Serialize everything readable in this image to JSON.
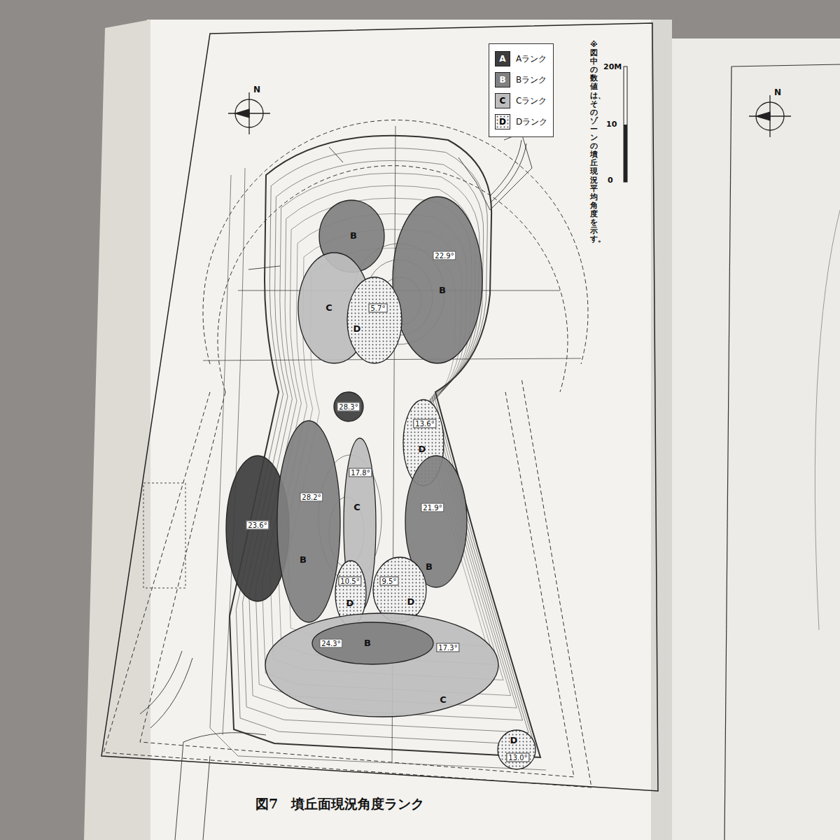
{
  "diagram": {
    "caption": "図7　墳丘面現況角度ランク",
    "nodes": [
      {
        "text": [
          "B"
        ]
      },
      {
        "text": [
          "B",
          "22.9°"
        ]
      },
      {
        "text": [
          "C"
        ]
      },
      {
        "text": [
          "D",
          "5.7°"
        ]
      },
      {
        "text": [
          "28.3°"
        ]
      },
      {
        "text": [
          "D",
          "13.6°"
        ]
      },
      {
        "text": [
          "23.6°"
        ]
      },
      {
        "text": [
          "28.2°",
          "B"
        ]
      },
      {
        "text": [
          "C",
          "17.8°"
        ]
      },
      {
        "text": [
          "21.9°",
          "B"
        ]
      },
      {
        "text": [
          "10.5°",
          "D"
        ]
      },
      {
        "text": [
          "9.5°",
          "D"
        ]
      },
      {
        "text": [
          "17.3°",
          "C"
        ]
      },
      {
        "text": [
          "24.3°",
          "B"
        ]
      },
      {
        "text": [
          "D",
          "13.0°"
        ]
      }
    ],
    "labels": [
      "A",
      "B",
      "C",
      "D",
      "※図中の数値は、そのゾーンの墳丘現況平均角度を示す。",
      "0",
      "10",
      "20M",
      "N",
      "N"
    ],
    "legend": [
      {
        "text": "Aランク",
        "color": "#3d3d3d"
      },
      {
        "text": "Bランク",
        "color": "#808080"
      },
      {
        "text": "Cランク",
        "color": "#bdbdbd"
      },
      {
        "text": "Dランク"
      }
    ]
  }
}
